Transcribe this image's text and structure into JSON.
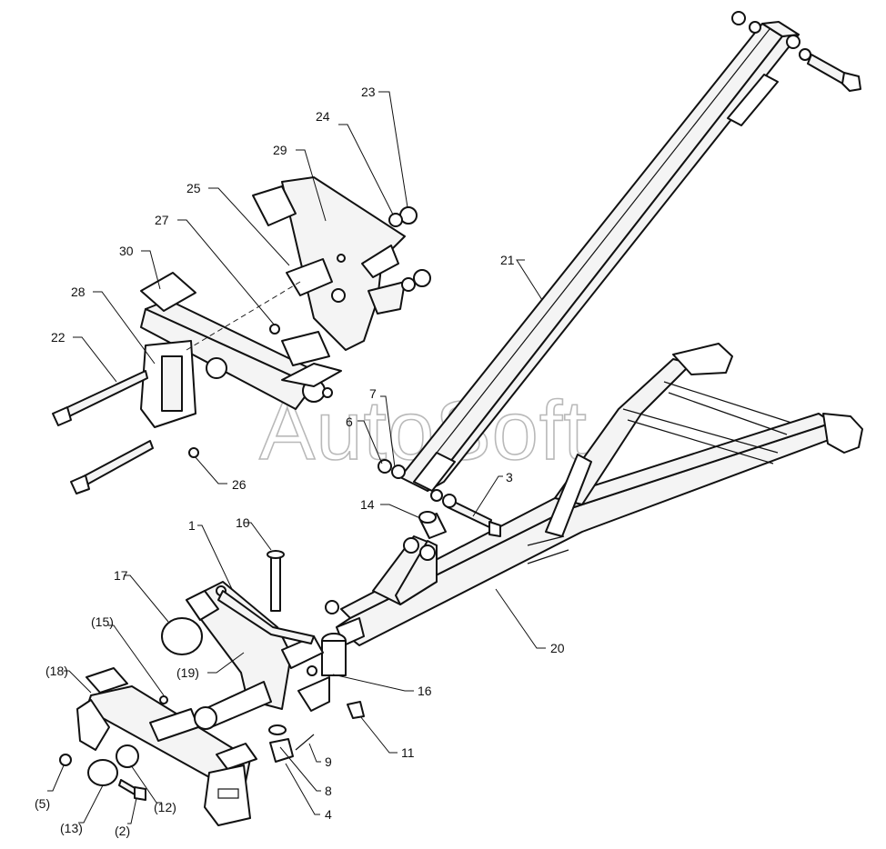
{
  "watermark": "AutoSoft",
  "callouts": [
    {
      "id": "c1",
      "text": "1"
    },
    {
      "id": "c2",
      "text": "(2)"
    },
    {
      "id": "c3",
      "text": "3"
    },
    {
      "id": "c4",
      "text": "4"
    },
    {
      "id": "c5",
      "text": "(5)"
    },
    {
      "id": "c6",
      "text": "6"
    },
    {
      "id": "c7",
      "text": "7"
    },
    {
      "id": "c8",
      "text": "8"
    },
    {
      "id": "c9",
      "text": "9"
    },
    {
      "id": "c10",
      "text": "10"
    },
    {
      "id": "c11",
      "text": "11"
    },
    {
      "id": "c12",
      "text": "(12)"
    },
    {
      "id": "c13",
      "text": "(13)"
    },
    {
      "id": "c14",
      "text": "14"
    },
    {
      "id": "c15",
      "text": "(15)"
    },
    {
      "id": "c16",
      "text": "16"
    },
    {
      "id": "c17",
      "text": "17"
    },
    {
      "id": "c18",
      "text": "(18)"
    },
    {
      "id": "c19",
      "text": "(19)"
    },
    {
      "id": "c20",
      "text": "20"
    },
    {
      "id": "c21",
      "text": "21"
    },
    {
      "id": "c22",
      "text": "22"
    },
    {
      "id": "c23",
      "text": "23"
    },
    {
      "id": "c24",
      "text": "24"
    },
    {
      "id": "c25",
      "text": "25"
    },
    {
      "id": "c26",
      "text": "26"
    },
    {
      "id": "c27",
      "text": "27"
    },
    {
      "id": "c28",
      "text": "28"
    },
    {
      "id": "c29",
      "text": "29"
    },
    {
      "id": "c30",
      "text": "30"
    }
  ]
}
